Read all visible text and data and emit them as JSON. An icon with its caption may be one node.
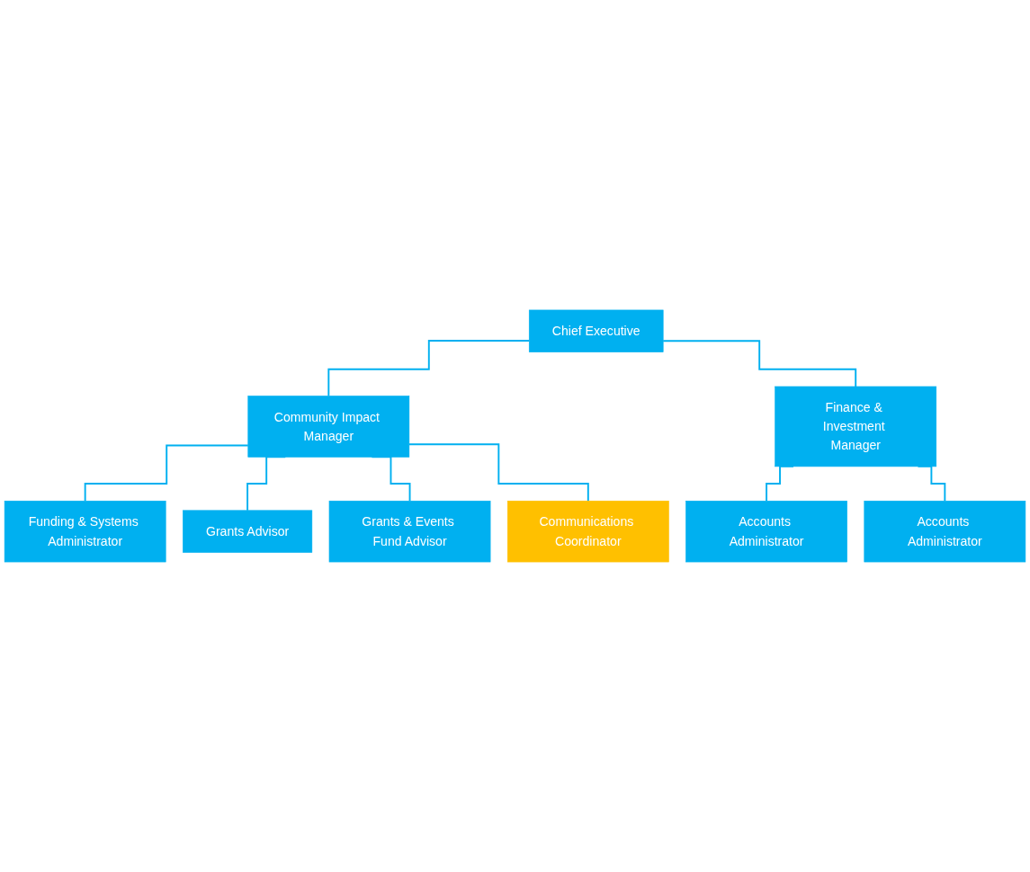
{
  "diagram": {
    "nodes": [
      {
        "text": [
          "Chief Executive"
        ]
      },
      {
        "text": [
          "Community Impact Manager"
        ]
      },
      {
        "text": [
          "Finance & Investment Manager"
        ]
      },
      {
        "text": [
          "Funding & Systems Administrator"
        ]
      },
      {
        "text": [
          "Grants Advisor"
        ]
      },
      {
        "text": [
          "Grants & Events Fund Advisor"
        ]
      },
      {
        "text": [
          "Communications Coordinator"
        ]
      },
      {
        "text": [
          "Accounts Administrator"
        ]
      },
      {
        "text": [
          "Accounts Administrator"
        ]
      }
    ],
    "edges": [
      {
        "from": 0,
        "to": 1,
        "arrow": "none"
      },
      {
        "from": 0,
        "to": 2,
        "arrow": "none"
      },
      {
        "from": 1,
        "to": 3,
        "arrow": "none"
      },
      {
        "from": 1,
        "to": 4,
        "arrow": "none"
      },
      {
        "from": 1,
        "to": 5,
        "arrow": "none"
      },
      {
        "from": 1,
        "to": 6,
        "arrow": "none"
      },
      {
        "from": 2,
        "to": 7,
        "arrow": "none"
      },
      {
        "from": 2,
        "to": 8,
        "arrow": "none"
      }
    ]
  }
}
